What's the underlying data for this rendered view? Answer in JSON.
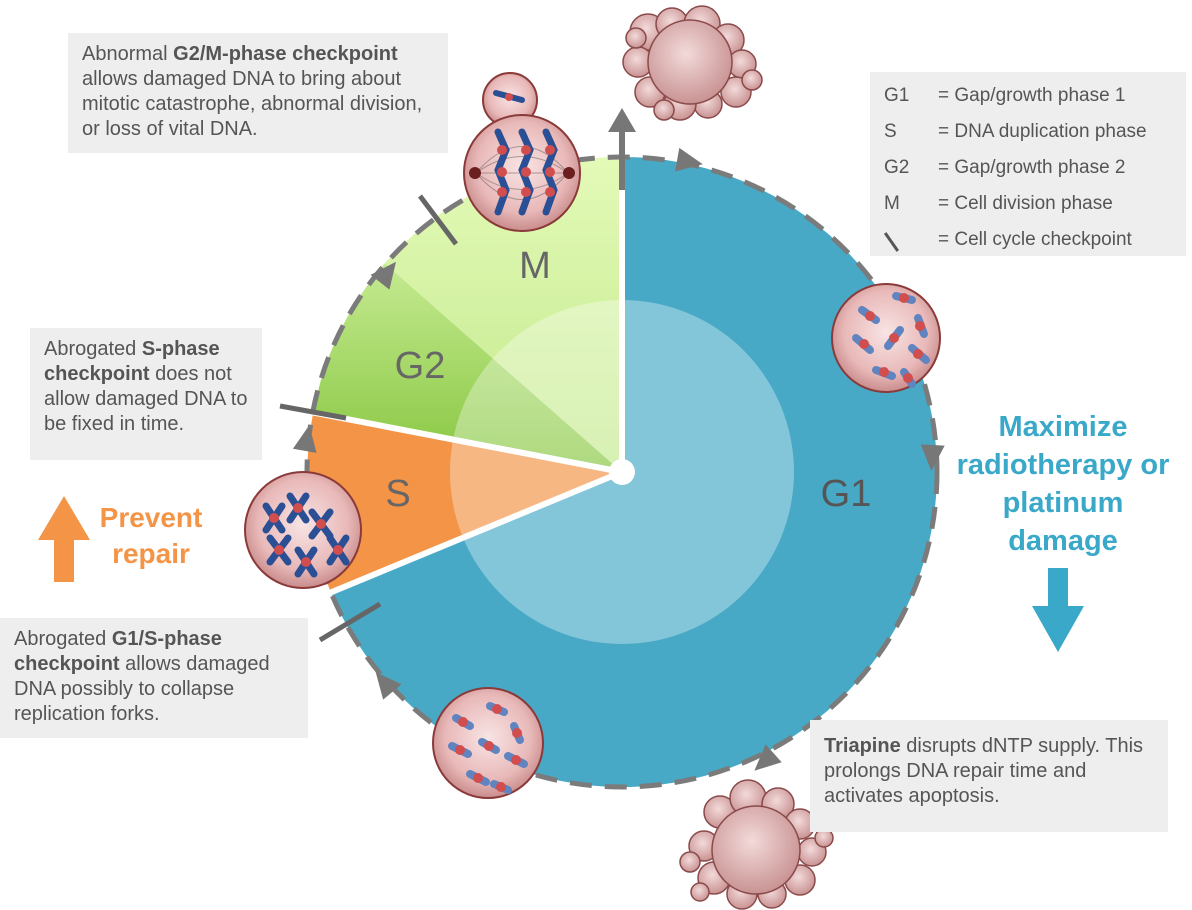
{
  "phases": {
    "m": "M",
    "g2": "G2",
    "s": "S",
    "g1": "G1"
  },
  "notes": {
    "g2m": {
      "before": "Abnormal ",
      "bold": "G2/M-phase checkpoint",
      "after": " allows damaged DNA to bring about mitotic catastrophe, abnormal division, or loss of vital DNA."
    },
    "s": {
      "before": "Abrogated ",
      "bold": "S-phase checkpoint",
      "after": " does not allow damaged DNA to be fixed in time."
    },
    "g1s": {
      "before": "Abrogated ",
      "bold": "G1/S-phase checkpoint",
      "after": " allows damaged DNA possibly to collapse replication forks."
    },
    "triapine": {
      "before": "",
      "bold": "Triapine",
      "after": " disrupts dNTP supply. This prolongs DNA repair time and activates apoptosis."
    }
  },
  "legend": [
    {
      "abbr": "G1",
      "desc": "= Gap/growth phase 1"
    },
    {
      "abbr": "S",
      "desc": "= DNA duplication phase"
    },
    {
      "abbr": "G2",
      "desc": "= Gap/growth phase 2"
    },
    {
      "abbr": "M",
      "desc": "= Cell division phase"
    },
    {
      "abbr": "",
      "desc": "= Cell cycle checkpoint"
    }
  ],
  "side_labels": {
    "prevent": "Prevent repair",
    "maximize": "Maximize radiotherapy or platinum damage"
  },
  "colors": {
    "g1": "#47a9c6",
    "s": "#f39447",
    "g2": "#9fd468",
    "m": "#d7f4a4",
    "prevent": "#f39447",
    "maximize": "#3aa8c9",
    "cell_fill": "#e8b4b4",
    "chromosome": "#2b4f94",
    "dashed_ring": "#7b7b7b"
  }
}
